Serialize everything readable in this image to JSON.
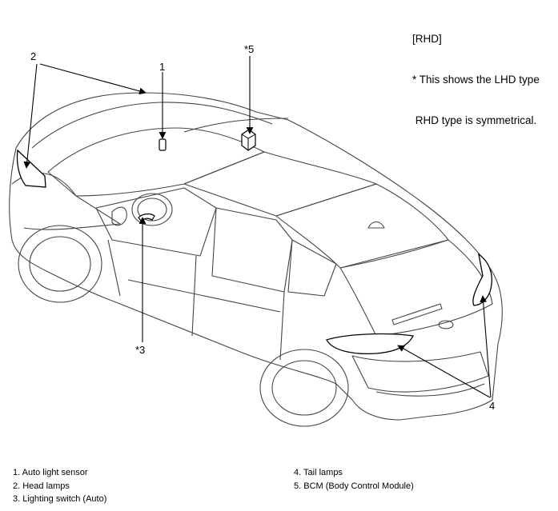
{
  "note": {
    "line1": "[RHD]",
    "line2": "* This shows the LHD type",
    "line3": " RHD type is symmetrical."
  },
  "callouts": {
    "c1": "1",
    "c2": "2",
    "c3": "*3",
    "c4": "4",
    "c5": "*5"
  },
  "legend": {
    "left": [
      "1. Auto light sensor",
      "2. Head lamps",
      "3. Lighting switch (Auto)"
    ],
    "right": [
      "4. Tail lamps",
      "5. BCM (Body Control Module)"
    ]
  }
}
